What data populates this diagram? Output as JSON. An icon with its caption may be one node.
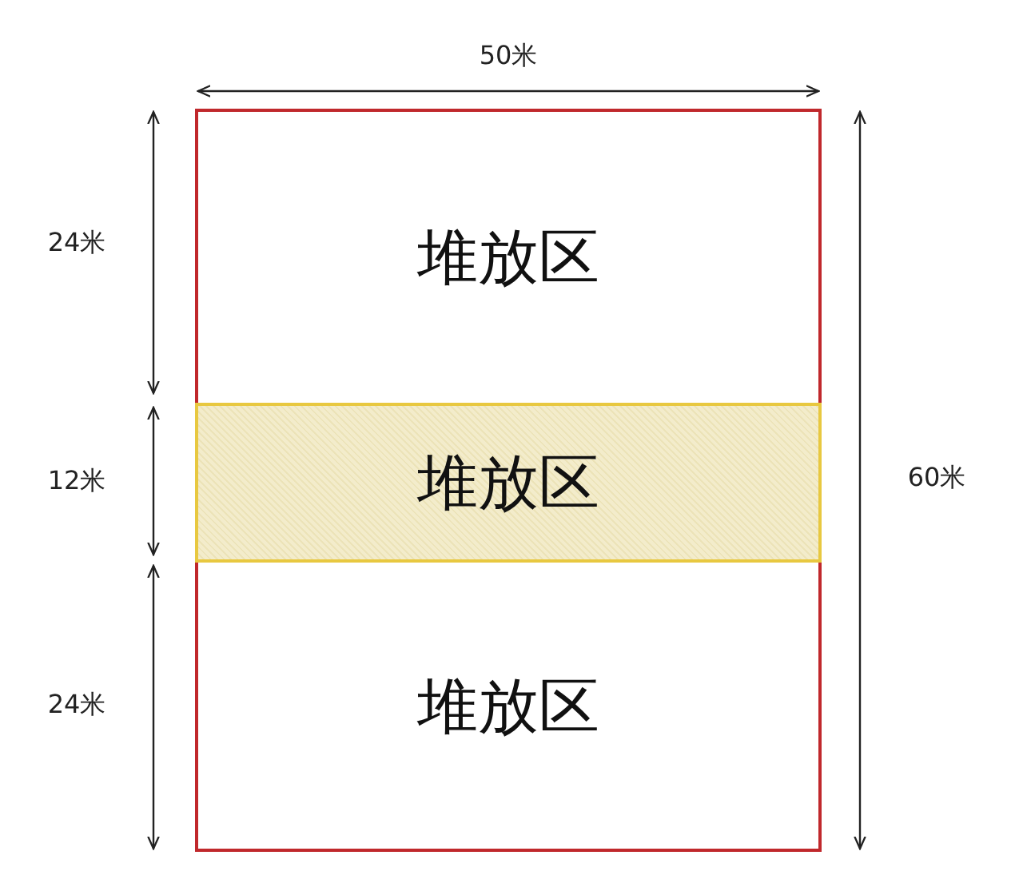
{
  "diagram": {
    "nodes": [
      {
        "text": [],
        "shape": "box"
      },
      {
        "text": [
          "堆放区"
        ],
        "in": 0
      },
      {
        "text": [
          "堆放区"
        ],
        "in": 0
      },
      {
        "text": [
          "堆放区"
        ],
        "in": 0
      }
    ],
    "labels": [
      "50米",
      "24米",
      "12米",
      "24米",
      "60米"
    ]
  }
}
